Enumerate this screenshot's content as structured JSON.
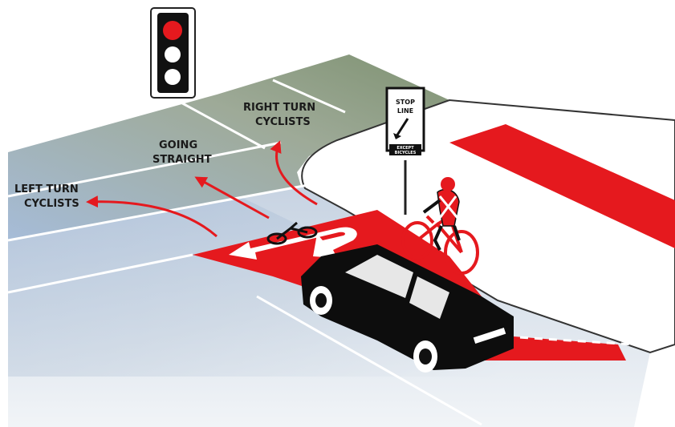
{
  "labels": {
    "left_turn": [
      "LEFT TURN",
      "CYCLISTS"
    ],
    "going_straight": [
      "GOING",
      "STRAIGHT"
    ],
    "right_turn": [
      "RIGHT TURN",
      "CYCLISTS"
    ]
  },
  "stop_sign": {
    "lines": [
      "STOP",
      "LINE"
    ],
    "plate": [
      "EXCEPT",
      "BICYCLES"
    ]
  },
  "traffic_light": {
    "active": "red"
  },
  "colors": {
    "bike_lane_red": "#e5191e",
    "road_blue": "#a9bdd6",
    "road_green": "#8a9a78",
    "car": "#0d0d0d"
  },
  "icons": [
    "traffic-light-icon",
    "bicycle-symbol-icon",
    "cyclist-icon",
    "car-icon",
    "stop-line-sign-icon"
  ]
}
